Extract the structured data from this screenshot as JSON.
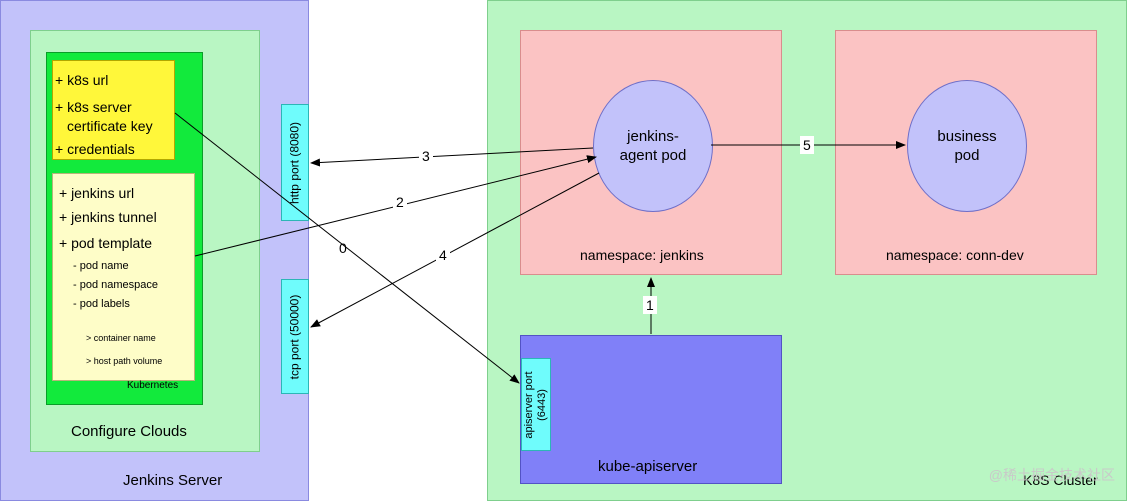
{
  "jenkins_server": {
    "title": "Jenkins Server",
    "configure_clouds": "Configure Clouds",
    "kubernetes": "Kubernetes",
    "k8s_items": [
      "+ k8s url",
      "+ k8s server",
      "certificate key",
      "+  credentials"
    ],
    "jenkins_items": [
      "+  jenkins url",
      "+  jenkins tunnel",
      "+  pod template"
    ],
    "pod_template_items": [
      "-  pod name",
      "-  pod namespace",
      "-  pod labels"
    ],
    "container_items": [
      ">  container name",
      ">  host path volume"
    ],
    "http_port": "http port (8080)",
    "tcp_port": "tcp port (50000)"
  },
  "k8s_cluster": {
    "title": "K8S Cluster",
    "ns_jenkins": "namespace: jenkins",
    "ns_conn_dev": "namespace: conn-dev",
    "agent_pod": "jenkins-\nagent pod",
    "business_pod": "business\npod",
    "apiserver": "kube-apiserver",
    "apiserver_port": "apiserver port\n(6443)"
  },
  "steps": [
    "0",
    "1",
    "2",
    "3",
    "4",
    "5"
  ],
  "watermark": "@稀土掘金技术社区"
}
